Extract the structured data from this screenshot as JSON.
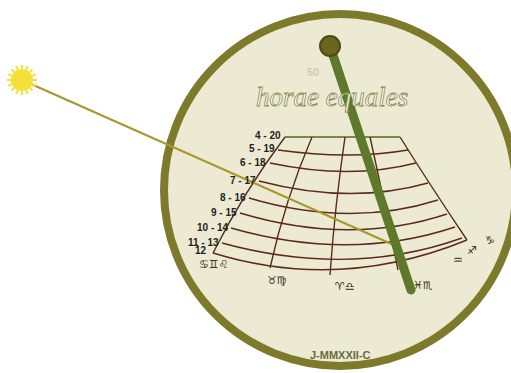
{
  "diagram": {
    "title": "horae equales",
    "labels": [
      "50",
      "4 - 20",
      "5 - 19",
      "6 - 18",
      "7 - 17",
      "8 - 16",
      "9 - 15",
      "10 - 14",
      "11 - 13",
      "12",
      "♋♊♌",
      "♉♍",
      "♈♎",
      "♓♏",
      "♒",
      "♐",
      "♑",
      "J-MMXXII-C"
    ]
  }
}
